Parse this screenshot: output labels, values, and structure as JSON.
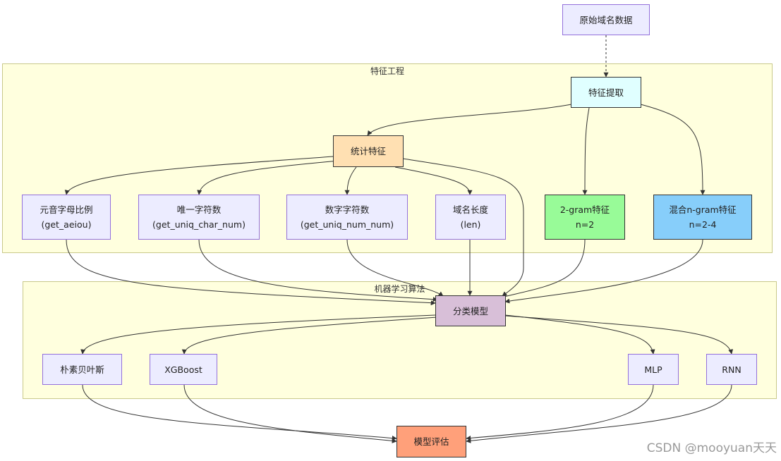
{
  "clusters": {
    "feature_engineering": "特征工程",
    "ml_algorithms": "机器学习算法"
  },
  "nodes": {
    "raw_data": {
      "line1": "原始域名数据",
      "line2": "",
      "fill": "#ececff",
      "stroke": "#9370db"
    },
    "feature_extract": {
      "line1": "特征提取",
      "line2": "",
      "fill": "#e0ffff",
      "stroke": "#333333"
    },
    "stat_features": {
      "line1": "统计特征",
      "line2": "",
      "fill": "#ffe0b2",
      "stroke": "#333333"
    },
    "vowel_ratio": {
      "line1": "元音字母比例",
      "line2": "(get_aeiou)",
      "fill": "#ececff",
      "stroke": "#9370db"
    },
    "uniq_char": {
      "line1": "唯一字符数",
      "line2": "(get_uniq_char_num)",
      "fill": "#ececff",
      "stroke": "#9370db"
    },
    "digit_char": {
      "line1": "数字字符数",
      "line2": "(get_uniq_num_num)",
      "fill": "#ececff",
      "stroke": "#9370db"
    },
    "domain_len": {
      "line1": "域名长度",
      "line2": "(len)",
      "fill": "#ececff",
      "stroke": "#9370db"
    },
    "bigram": {
      "line1": "2-gram特征",
      "line2": "n=2",
      "fill": "#98fb98",
      "stroke": "#333333"
    },
    "mixed_ngram": {
      "line1": "混合n-gram特征",
      "line2": "n=2-4",
      "fill": "#87cefa",
      "stroke": "#333333"
    },
    "classifier": {
      "line1": "分类模型",
      "line2": "",
      "fill": "#d8bfd8",
      "stroke": "#333333"
    },
    "naive_bayes": {
      "line1": "朴素贝叶斯",
      "line2": "",
      "fill": "#ececff",
      "stroke": "#9370db"
    },
    "xgboost": {
      "line1": "XGBoost",
      "line2": "",
      "fill": "#ececff",
      "stroke": "#9370db"
    },
    "mlp": {
      "line1": "MLP",
      "line2": "",
      "fill": "#ececff",
      "stroke": "#9370db"
    },
    "rnn": {
      "line1": "RNN",
      "line2": "",
      "fill": "#ececff",
      "stroke": "#9370db"
    },
    "evaluation": {
      "line1": "模型评估",
      "line2": "",
      "fill": "#ffa07a",
      "stroke": "#333333"
    }
  },
  "watermark": "CSDN @mooyuan天天",
  "colors": {
    "cluster_fill": "#ffffde",
    "cluster_border": "#c9c98a",
    "edge": "#333333"
  }
}
